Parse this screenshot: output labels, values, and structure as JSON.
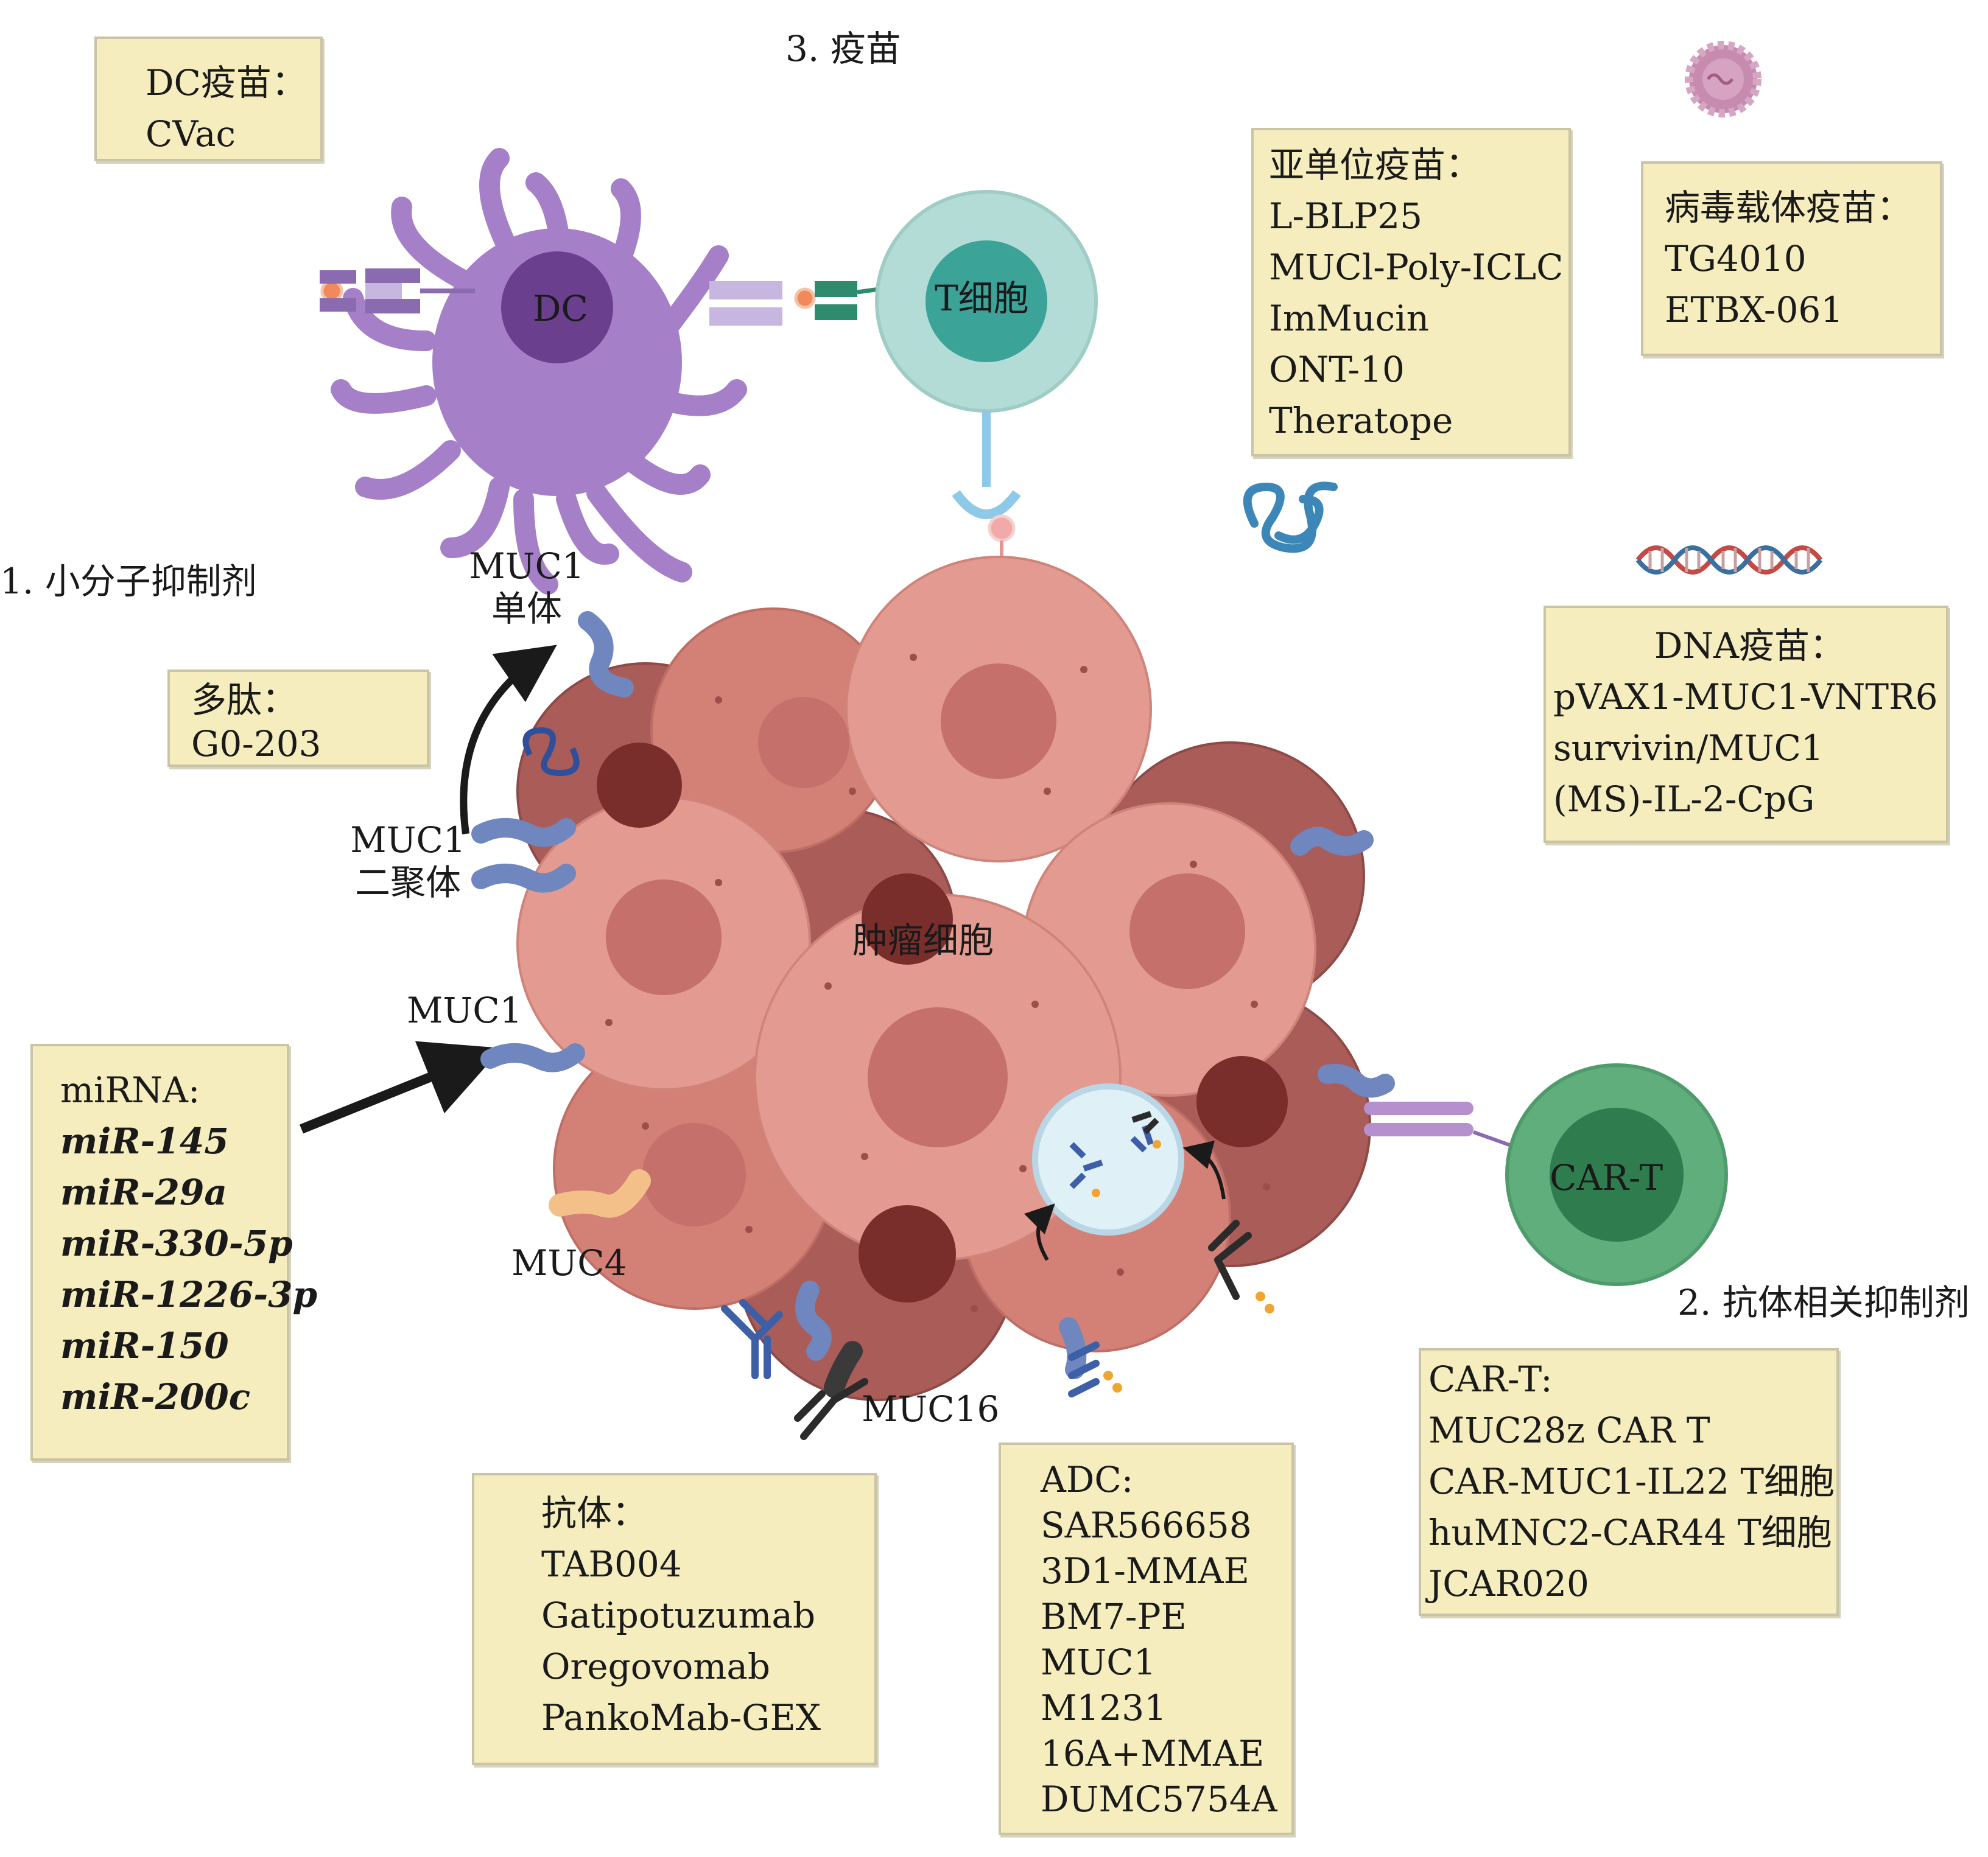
{
  "sections": {
    "small_molecule": "1. 小分子抑制剂",
    "antibody": "2. 抗体相关抑制剂",
    "vaccine": "3. 疫苗"
  },
  "cells": {
    "dc": "DC",
    "t_cell": "T细胞",
    "car_t": "CAR-T",
    "tumor": "肿瘤细胞"
  },
  "markers": {
    "muc1_monomer": [
      "MUC1",
      "单体"
    ],
    "muc1_dimer": [
      "MUC1",
      "二聚体"
    ],
    "muc1": "MUC1",
    "muc4": "MUC4",
    "muc16": "MUC16"
  },
  "boxes": {
    "dc_vaccine": [
      "DC疫苗：",
      "CVac"
    ],
    "subunit_vaccine": [
      "亚单位疫苗：",
      "L-BLP25",
      "MUCl-Poly-ICLC",
      "ImMucin",
      "ONT-10",
      "Theratope"
    ],
    "viral_vector_vaccine": [
      "病毒载体疫苗：",
      "TG4010",
      "ETBX-061"
    ],
    "dna_vaccine": [
      "DNA疫苗：",
      "pVAX1-MUC1-VNTR6",
      "survivin/MUC1",
      "(MS)-IL-2-CpG"
    ],
    "peptide": [
      "多肽：",
      "G0-203"
    ],
    "mirna_title": "miRNA:",
    "mirna": [
      "miR-145",
      "miR-29a",
      "miR-330-5p",
      "miR-1226-3p",
      "miR-150",
      "miR-200c"
    ],
    "antibody": [
      "抗体：",
      "TAB004",
      "Gatipotuzumab",
      "Oregovomab",
      "PankoMab-GEX"
    ],
    "adc": [
      "ADC:",
      "SAR566658",
      "3D1-MMAE",
      "BM7-PE",
      "MUC1",
      "M1231",
      "16A+MMAE",
      "DUMC5754A"
    ],
    "car_t": [
      "CAR-T:",
      "MUC28z CAR T",
      "CAR-MUC1-IL22 T细胞",
      "huMNC2-CAR44 T细胞",
      "JCAR020"
    ]
  },
  "colors": {
    "box_fill": "#f5edbd",
    "tumor_dark": "#a95c58",
    "tumor_light": "#e39a90",
    "dc": "#a57fc8",
    "t_cell": "#b4dcd6",
    "car_t": "#5fae7c",
    "muc1": "#6f86bf"
  }
}
